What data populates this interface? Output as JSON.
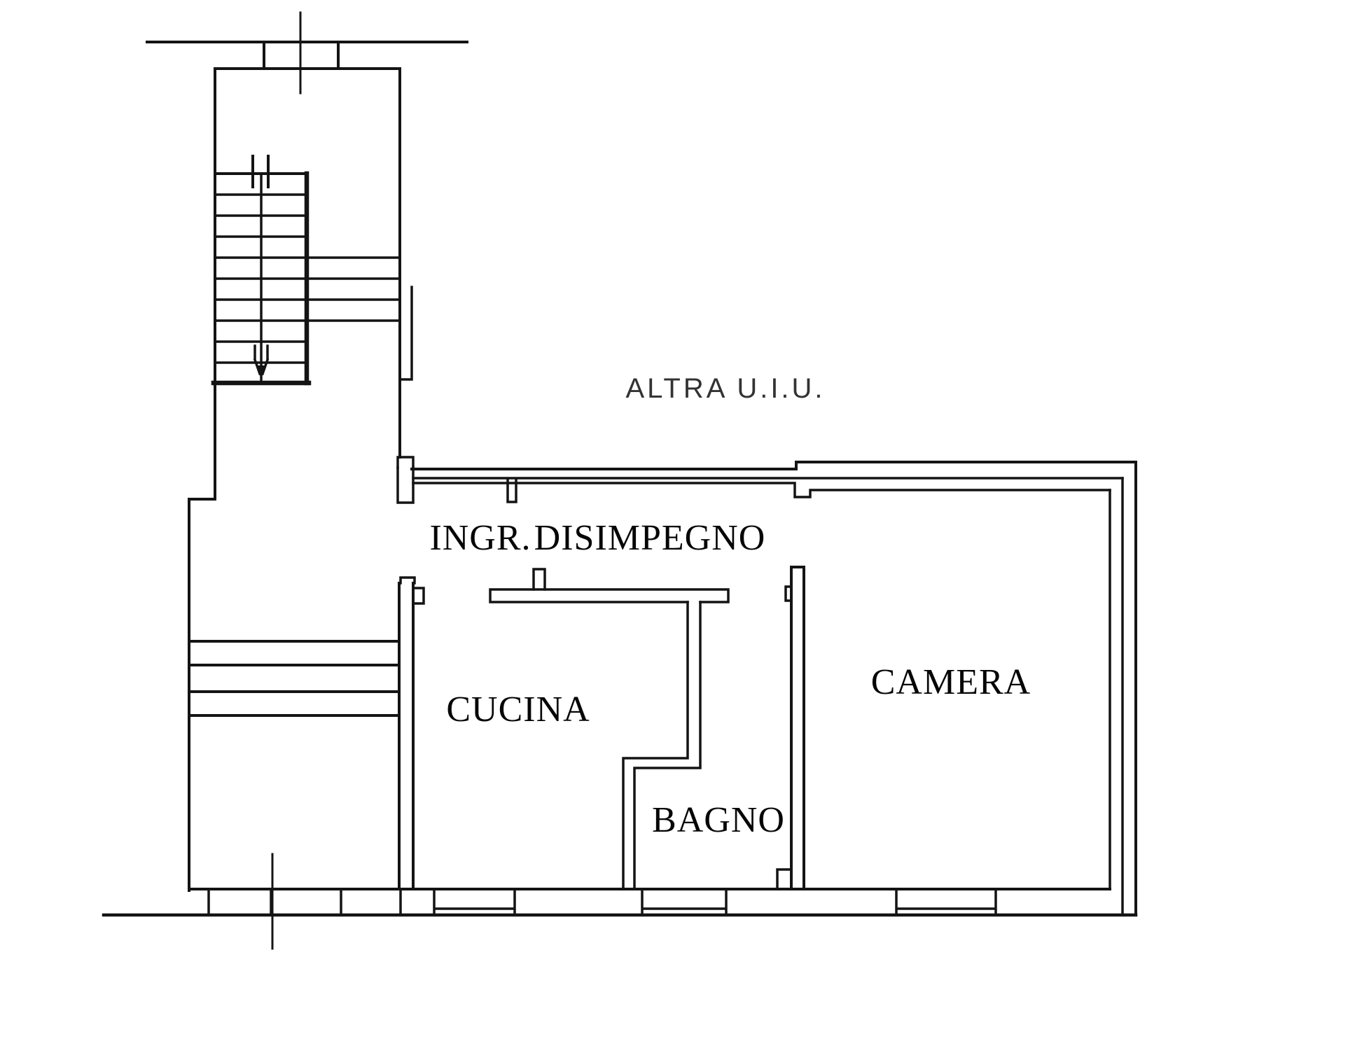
{
  "plan": {
    "annotation_label": "ALTRA U.I.U.",
    "rooms": {
      "ingresso": "INGR.",
      "disimpegno": "DISIMPEGNO",
      "cucina": "CUCINA",
      "bagno": "BAGNO",
      "camera": "CAMERA"
    }
  },
  "colors": {
    "line": "#141414",
    "room_label": "#060606",
    "annotation": "#333333",
    "background": "#ffffff"
  }
}
